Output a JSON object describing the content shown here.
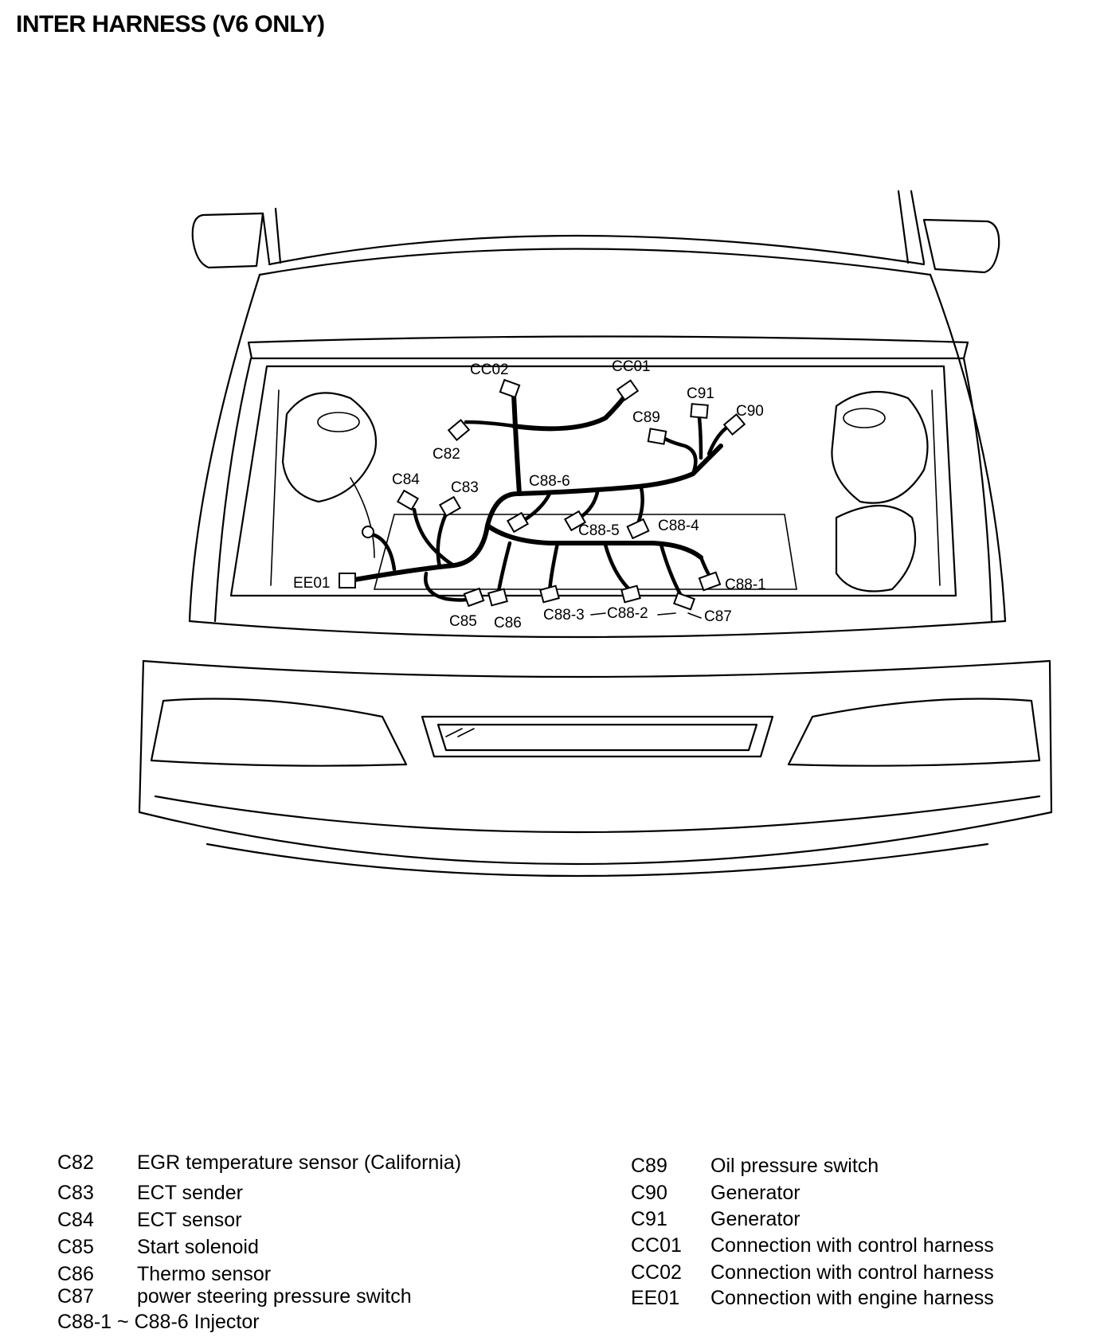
{
  "title": "INTER HARNESS (V6 ONLY)",
  "diagram_labels": {
    "cc02": "CC02",
    "cc01": "CC01",
    "c91": "C91",
    "c89": "C89",
    "c90": "C90",
    "c82": "C82",
    "c84": "C84",
    "c83": "C83",
    "c88_6": "C88-6",
    "c88_5": "C88-5",
    "c88_4": "C88-4",
    "ee01": "EE01",
    "c88_1": "C88-1",
    "c85": "C85",
    "c86": "C86",
    "c88_3": "C88-3",
    "c88_2": "C88-2",
    "c87": "C87"
  },
  "legend_left": [
    {
      "code": "C82",
      "desc": "EGR temperature sensor (California)"
    },
    {
      "code": "C83",
      "desc": "ECT sender"
    },
    {
      "code": "C84",
      "desc": "ECT sensor"
    },
    {
      "code": "C85",
      "desc": "Start solenoid"
    },
    {
      "code": "C86",
      "desc": "Thermo sensor"
    },
    {
      "code": "C87",
      "desc": "power steering pressure switch"
    }
  ],
  "legend_right": [
    {
      "code": "C89",
      "desc": "Oil pressure switch"
    },
    {
      "code": "C90",
      "desc": "Generator"
    },
    {
      "code": "C91",
      "desc": "Generator"
    },
    {
      "code": "CC01",
      "desc": "Connection with control harness"
    },
    {
      "code": "CC02",
      "desc": "Connection with control harness"
    },
    {
      "code": "EE01",
      "desc": "Connection with engine harness"
    }
  ],
  "injector_note": "C88-1 ~ C88-6  Injector"
}
